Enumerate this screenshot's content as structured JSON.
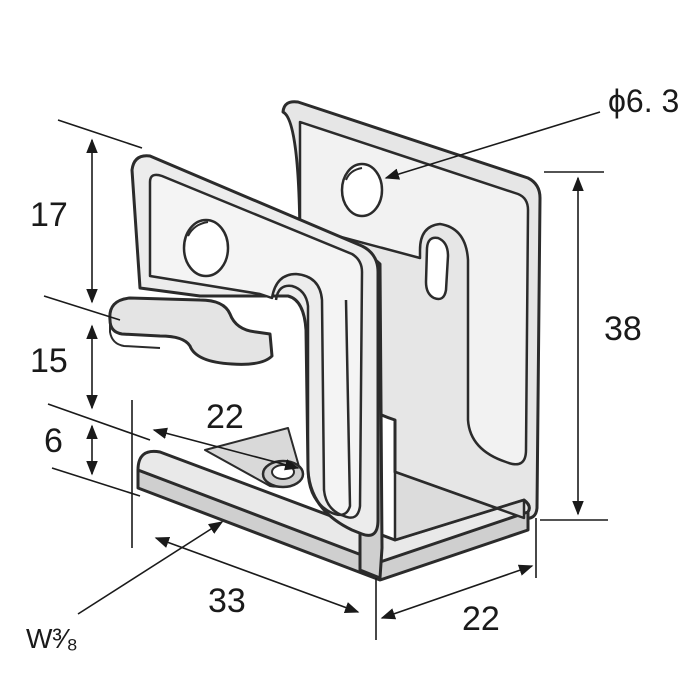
{
  "diagram": {
    "hole_label": "ϕ6. 3",
    "height_label": "38",
    "upper_label": "17",
    "middle_label": "15",
    "lower_label": "6",
    "inner_width_label": "22",
    "length_label": "33",
    "depth_label": "22",
    "thread_label": "W³⁄₈"
  },
  "colors": {
    "metal_fill": "#ececec",
    "metal_shade": "#d2d2d2",
    "metal_edge": "#2b2b2b",
    "dim_line": "#1a1a1a"
  }
}
